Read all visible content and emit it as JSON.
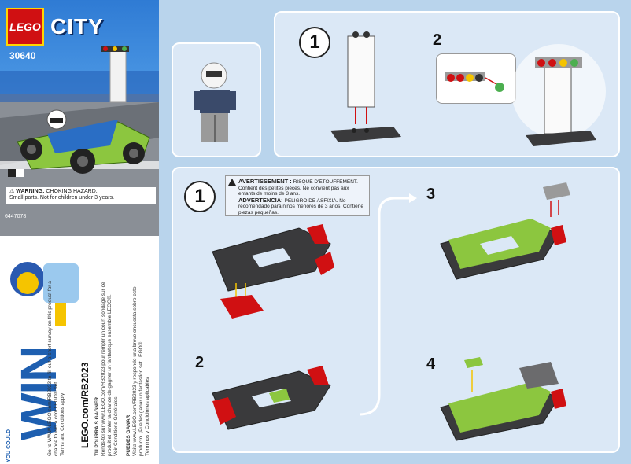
{
  "cover": {
    "brand": "LEGO",
    "theme": "CITY",
    "set_number": "30640",
    "warning_title": "WARNING:",
    "warning_hazard": "CHOKING HAZARD.",
    "warning_text": "Small parts. Not for children under 3 years.",
    "part_number": "6447078"
  },
  "promo": {
    "win_word": "WIN",
    "en_text": "Go to WWW.LEGO.com/RB2023 to fill out a short survey on this product for a chance to win a cool LEGO® set.",
    "en_terms": "Terms and Conditions apply",
    "url": "LEGO.com/RB2023",
    "fr_title": "TU POURRAIS GAGNER",
    "fr_text": "Rends-toi sur www.LEGO.com/RB2023 pour remplir un court sondage sur ce produit et tenter ta chance de gagner un fantastique ensemble LEGO®.",
    "fr_terms": "Voir Conditions Générales",
    "es_title": "PUEDES GANAR",
    "es_text": "Visita www.LEGO.com/RB2023 y responde una breve encuesta sobre este producto. ¡Puedes ganar un fantástico set LEGO®!",
    "es_terms": "Términos y Condiciones aplicables",
    "you_could": "YOU COULD"
  },
  "steps_top": [
    {
      "number": "1"
    },
    {
      "number": "2"
    }
  ],
  "steps_main": [
    {
      "number": "1"
    },
    {
      "number": "2"
    },
    {
      "number": "3"
    },
    {
      "number": "4"
    }
  ],
  "warning_box": {
    "fr_title": "AVERTISSEMENT :",
    "fr_hazard": "RISQUE D'ÉTOUFFEMENT.",
    "fr_text": "Contient des petites pièces. Ne convient pas aux enfants de moins de 3 ans.",
    "es_title": "ADVERTENCIA:",
    "es_hazard": "PELIGRO DE ASFIXIA.",
    "es_text": "No recomendado para niños menores de 3 años. Contiene piezas pequeñas."
  },
  "colors": {
    "lime": "#8cc63f",
    "dark": "#3a3a3c",
    "red": "#d01012",
    "lego_red": "#d01012",
    "blue": "#1e5fb0"
  }
}
